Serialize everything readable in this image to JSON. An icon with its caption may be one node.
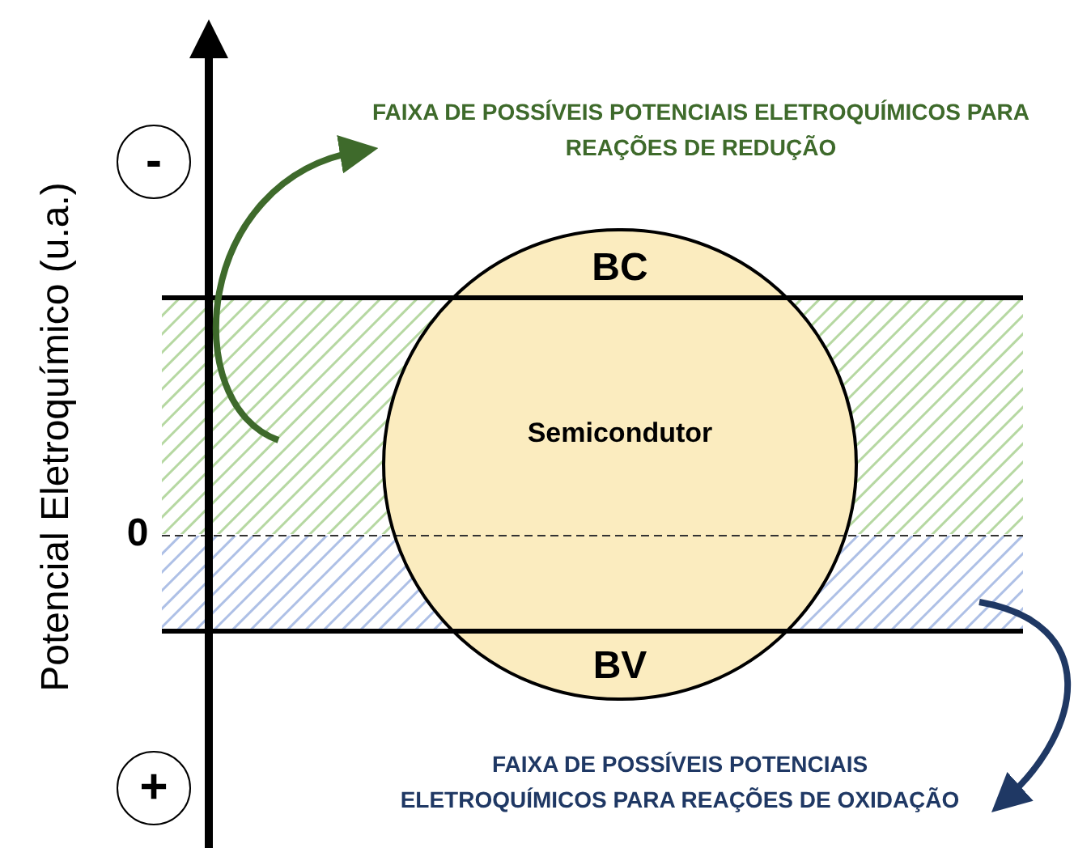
{
  "diagram": {
    "nodes": [
      {
        "text": [
          "Semicondutor"
        ]
      },
      {
        "text": [
          "-"
        ]
      },
      {
        "text": [
          "+"
        ]
      },
      {
        "text": [
          "FAIXA DE POSSÍVEIS POTENCIAIS ELETROQUÍMICOS PARA REAÇÕES DE REDUÇÃO"
        ]
      },
      {
        "text": [
          "FAIXA DE POSSÍVEIS POTENCIAIS ELETROQUÍMICOS PARA REAÇÕES DE OXIDAÇÃO"
        ]
      }
    ],
    "edges": [
      {
        "from": null,
        "to": 3,
        "arrow": "to",
        "color": "#3e6a2b"
      },
      {
        "from": null,
        "to": 4,
        "arrow": "to",
        "color": "#1f3864"
      }
    ],
    "labels": [
      "Potencial Eletroquímico (u.a.)",
      "BC",
      "0",
      "BV"
    ]
  }
}
